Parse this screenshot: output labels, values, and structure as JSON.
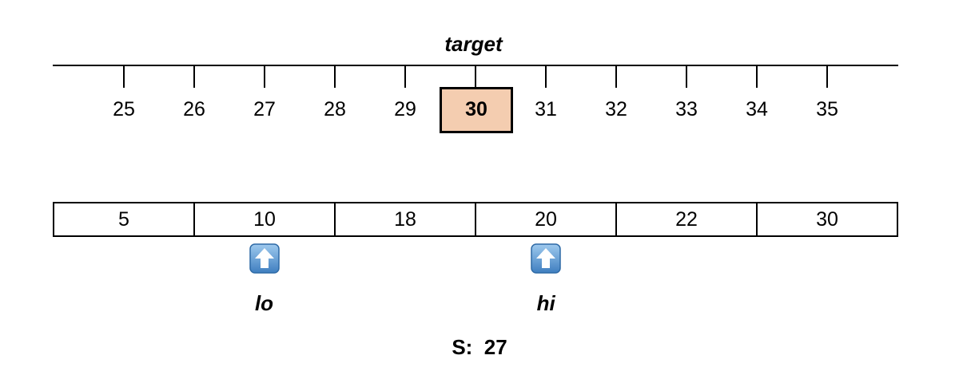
{
  "target": {
    "label": "target",
    "value": 30,
    "value_text": "30",
    "highlight_color": "#f4cdb0"
  },
  "number_line": {
    "ticks": [
      "25",
      "26",
      "27",
      "28",
      "29",
      "30",
      "31",
      "32",
      "33",
      "34",
      "35"
    ]
  },
  "array": {
    "cells": [
      "5",
      "10",
      "18",
      "20",
      "22",
      "30"
    ]
  },
  "pointers": {
    "lo": {
      "label": "lo",
      "index": 1,
      "icon": "up-arrow-icon"
    },
    "hi": {
      "label": "hi",
      "index": 3,
      "icon": "up-arrow-icon"
    },
    "arrow_color": "#5b9bd5"
  },
  "sum": {
    "label": "S:",
    "value": "27"
  }
}
